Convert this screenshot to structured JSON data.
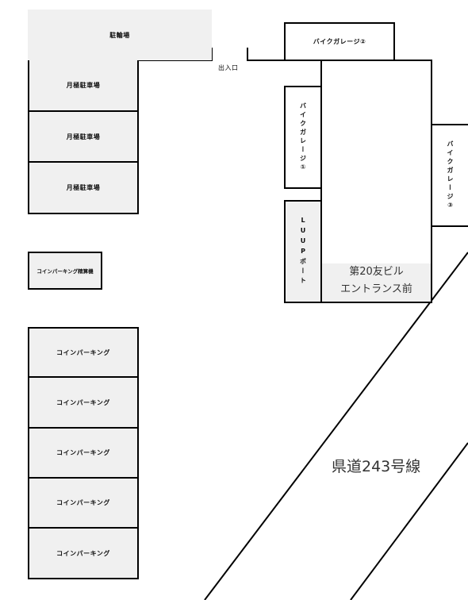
{
  "labels": {
    "bicycle_parking": "駐輪場",
    "entrance_exit": "出入口",
    "monthly_parking": [
      "月極駐車場",
      "月極駐車場",
      "月極駐車場"
    ],
    "coin_parking_machine": "コインパーキング精算機",
    "coin_parking": [
      "コインパーキング",
      "コインパーキング",
      "コインパーキング",
      "コインパーキング",
      "コインパーキング"
    ],
    "bike_garage_2": "バイクガレージ②",
    "bike_garage_1": "バイクガレージ①",
    "bike_garage_3": "バイクガレージ③",
    "luup_port": "LUUPポート",
    "building_entrance_line1": "第20友ビル",
    "building_entrance_line2": "エントランス前",
    "prefectural_road": "県道243号線"
  },
  "colors": {
    "area_fill": "#f0f0f0",
    "line": "#000000"
  }
}
